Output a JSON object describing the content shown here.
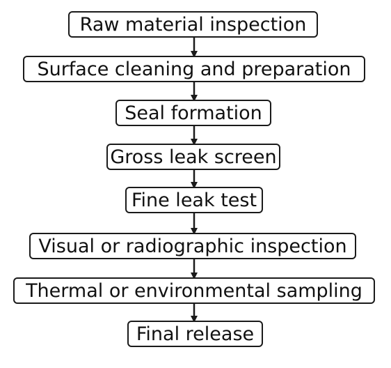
{
  "flowchart": {
    "steps": [
      "Raw material inspection",
      "Surface cleaning and preparation",
      "Seal formation",
      "Gross leak screen",
      "Fine leak test",
      "Visual or radiographic inspection",
      "Thermal or environmental sampling",
      "Final release"
    ],
    "colors": {
      "stroke": "#1a1a1a",
      "text": "#111111",
      "background": "#ffffff"
    }
  }
}
